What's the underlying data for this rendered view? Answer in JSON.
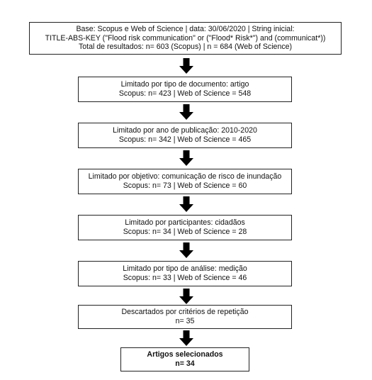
{
  "flowchart": {
    "steps": [
      {
        "lines": [
          "Base: Scopus e Web of Science | data: 30/06/2020 | String inicial:",
          "TITLE-ABS-KEY (\"Flood risk communication\" or (\"Flood* Risk*\") and (communicat*))",
          "Total de resultados: n= 603 (Scopus) | n = 684 (Web of Science)"
        ]
      },
      {
        "lines": [
          "Limitado por tipo de documento: artigo",
          "Scopus: n= 423 | Web of Science = 548"
        ]
      },
      {
        "lines": [
          "Limitado por ano de publicação: 2010-2020",
          "Scopus: n= 342 | Web of Science = 465"
        ]
      },
      {
        "lines": [
          "Limitado por objetivo: comunicação de risco de inundação",
          "Scopus: n= 73 | Web of Science = 60"
        ]
      },
      {
        "lines": [
          "Limitado por participantes: cidadãos",
          "Scopus: n= 34 | Web of Science = 28"
        ]
      },
      {
        "lines": [
          "Limitado por tipo de análise: medição",
          "Scopus: n= 33 | Web of Science = 46"
        ]
      },
      {
        "lines": [
          "Descartados por critérios de repetição",
          "n= 35"
        ]
      },
      {
        "lines": [
          "Artigos selecionados",
          "n= 34"
        ]
      }
    ]
  }
}
